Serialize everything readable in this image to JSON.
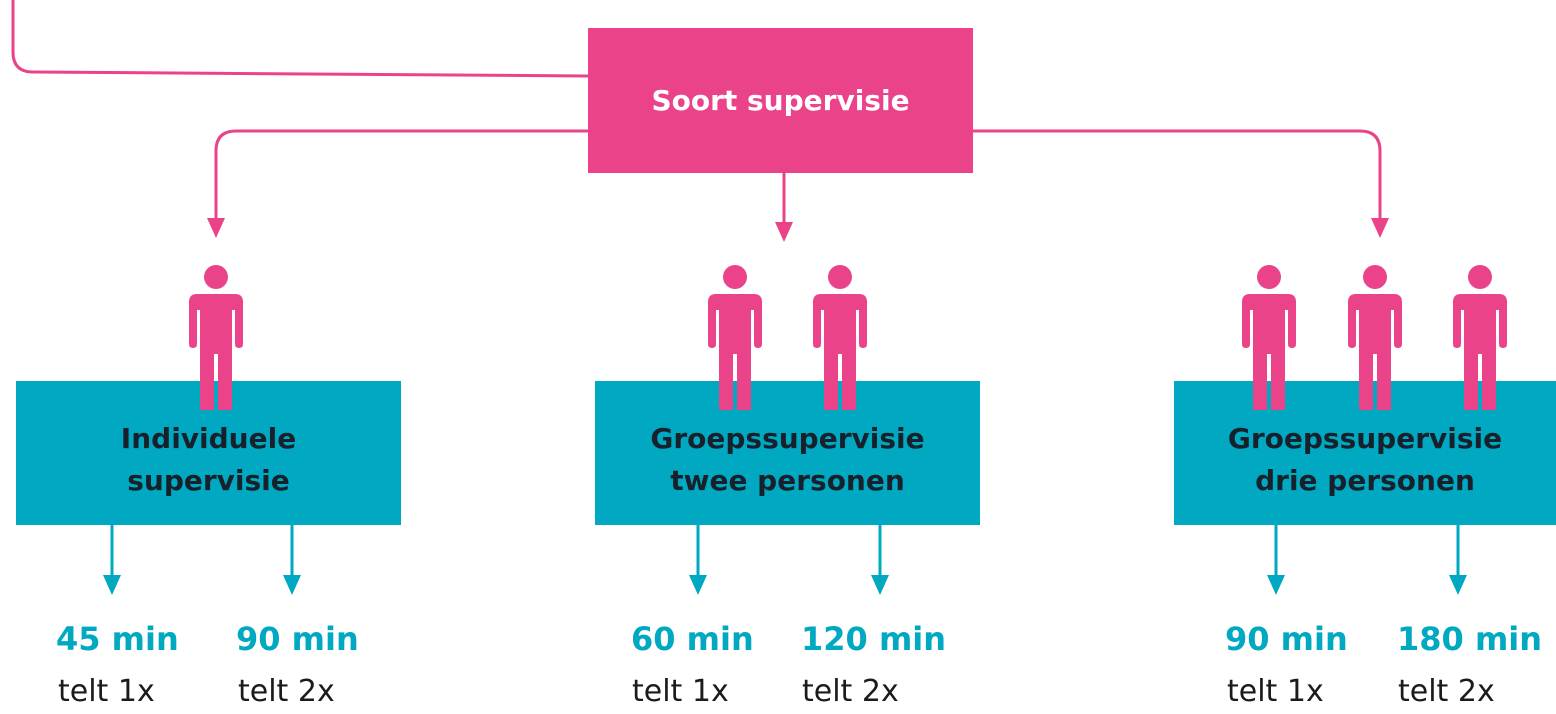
{
  "root": {
    "label": "Soort supervisie"
  },
  "categories": [
    {
      "line1": "Individuele",
      "line2": "supervisie",
      "persons": 1,
      "options": [
        {
          "duration": "45 min",
          "count": "telt 1x"
        },
        {
          "duration": "90 min",
          "count": "telt 2x"
        }
      ]
    },
    {
      "line1": "Groepssupervisie",
      "line2": "twee personen",
      "persons": 2,
      "options": [
        {
          "duration": "60 min",
          "count": "telt 1x"
        },
        {
          "duration": "120 min",
          "count": "telt 2x"
        }
      ]
    },
    {
      "line1": "Groepssupervisie",
      "line2": "drie personen",
      "persons": 3,
      "options": [
        {
          "duration": "90 min",
          "count": "telt 1x"
        },
        {
          "duration": "180 min",
          "count": "telt 2x"
        }
      ]
    }
  ],
  "colors": {
    "magenta": "#ea4389",
    "teal": "#00a8c2"
  }
}
